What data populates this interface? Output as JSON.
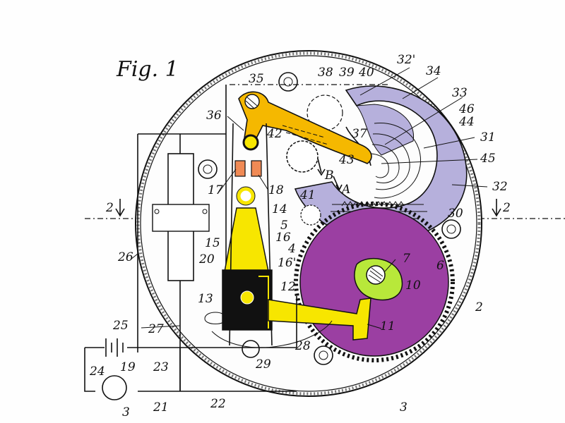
{
  "figure": {
    "title": "Fig. 1"
  },
  "colors": {
    "orange": "#f5b800",
    "yellow": "#f7e600",
    "lavender": "#b6b0dc",
    "purple": "#9b3fa2",
    "lime": "#b8e83a",
    "salmon": "#f08a55",
    "black": "#111111"
  },
  "labels": {
    "l2_left": "2",
    "l2_right": "2",
    "l2_housing": "2",
    "l3_motor": "3",
    "l3_bottom": "3",
    "l4": "4",
    "l5": "5",
    "l6": "6",
    "l7": "7",
    "l10": "10",
    "l11": "11",
    "l12": "12",
    "l13": "13",
    "l14": "14",
    "l15": "15",
    "l16": "16",
    "l16p": "16'",
    "l17": "17",
    "l18": "18",
    "l19": "19",
    "l20": "20",
    "l21": "21",
    "l22": "22",
    "l23": "23",
    "l24": "24",
    "l25": "25",
    "l26": "26",
    "l27": "27",
    "l28": "28",
    "l29": "29",
    "l30": "30",
    "l31": "31",
    "l32": "32",
    "l32p": "32'",
    "l33": "33",
    "l34": "34",
    "l35": "35",
    "l36": "36",
    "l37": "37",
    "l38": "38",
    "l39": "39",
    "l40": "40",
    "l41": "41",
    "l42": "42",
    "l43": "43",
    "l44": "44",
    "l45": "45",
    "l46": "46",
    "lA": "A",
    "lB": "B"
  }
}
